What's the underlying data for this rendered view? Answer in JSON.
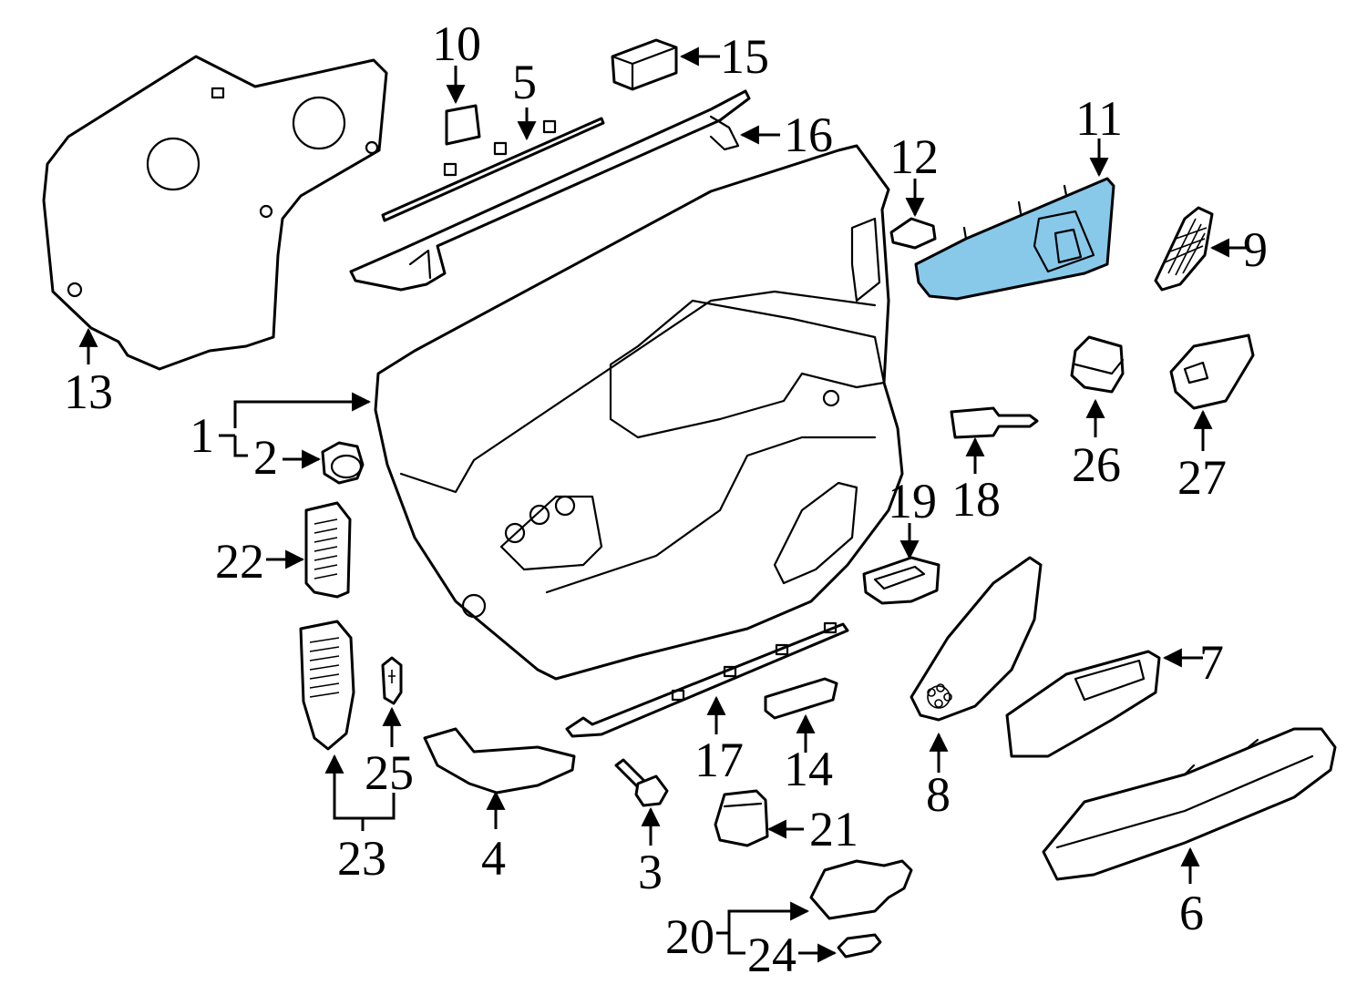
{
  "highlight_color": "#88c9ea",
  "callouts": {
    "c1": "1",
    "c2": "2",
    "c3": "3",
    "c4": "4",
    "c5": "5",
    "c6": "6",
    "c7": "7",
    "c8": "8",
    "c9": "9",
    "c10": "10",
    "c11": "11",
    "c12": "12",
    "c13": "13",
    "c14": "14",
    "c15": "15",
    "c16": "16",
    "c17": "17",
    "c18": "18",
    "c19": "19",
    "c20": "20",
    "c21": "21",
    "c22": "22",
    "c23": "23",
    "c24": "24",
    "c25": "25",
    "c26": "26",
    "c27": "27"
  }
}
